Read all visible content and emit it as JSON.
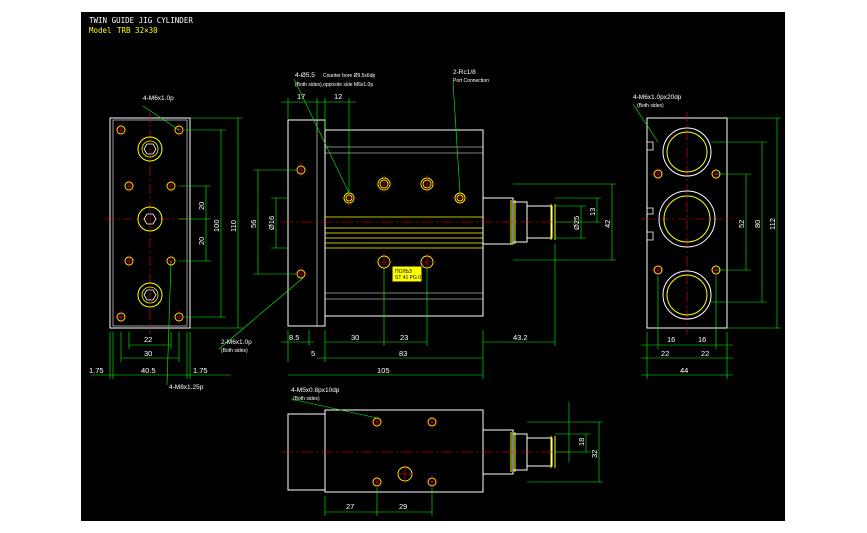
{
  "title_block": {
    "title": "TWIN GUIDE JIG CYLINDER",
    "model_label": "Model",
    "model_value": "TRB 32×30"
  },
  "left_view": {
    "top_note": "4-M6x1.0p",
    "bottom_note": "4-M8x1.25p",
    "dims_vertical": [
      "20",
      "20",
      "100",
      "110"
    ],
    "dims_horizontal": [
      "22",
      "30",
      "40.5",
      "1.75",
      "1.75"
    ]
  },
  "center_view": {
    "note_counterbore": "4-Ø5.5",
    "note_counterbore_detail": "Counter bore Ø9.5x6dp",
    "note_counterbore_sub": "(Both sides),opposite side M6x1.0p",
    "note_port": "2-Rc1/8",
    "note_port_sub": "Port Connection",
    "note_side_tap": "2-M6x1.0p",
    "note_side_tap_sub": "(Both sides)",
    "label_badge_1": "ПОЛЬЗ",
    "label_badge_2": "ST 41 PG 0",
    "dims_top": [
      "17",
      "12"
    ],
    "dims_left": [
      "56",
      "Ø16"
    ],
    "dims_right": [
      "Ø25",
      "13",
      "42"
    ],
    "dims_bottom": [
      "8.5",
      "30",
      "23",
      "5",
      "83",
      "43.2",
      "105"
    ]
  },
  "right_view": {
    "top_note": "4-M6x1.0px20dp",
    "top_note_sub": "(Both sides)",
    "dims_vertical": [
      "52",
      "80",
      "112"
    ],
    "dims_horizontal": [
      "16",
      "16",
      "22",
      "22",
      "44"
    ]
  },
  "bottom_view": {
    "note": "4-M5x0.8px10dp",
    "note_sub": "(Both sides)",
    "dims_vertical": [
      "18",
      "32"
    ],
    "dims_horizontal": [
      "27",
      "29"
    ]
  },
  "colors": {
    "background": "#000000",
    "outline": "#ffffff",
    "hole": "#ffff00",
    "cross": "#ff0000",
    "dimension": "#00ff00",
    "center_line": "#ff0000"
  }
}
